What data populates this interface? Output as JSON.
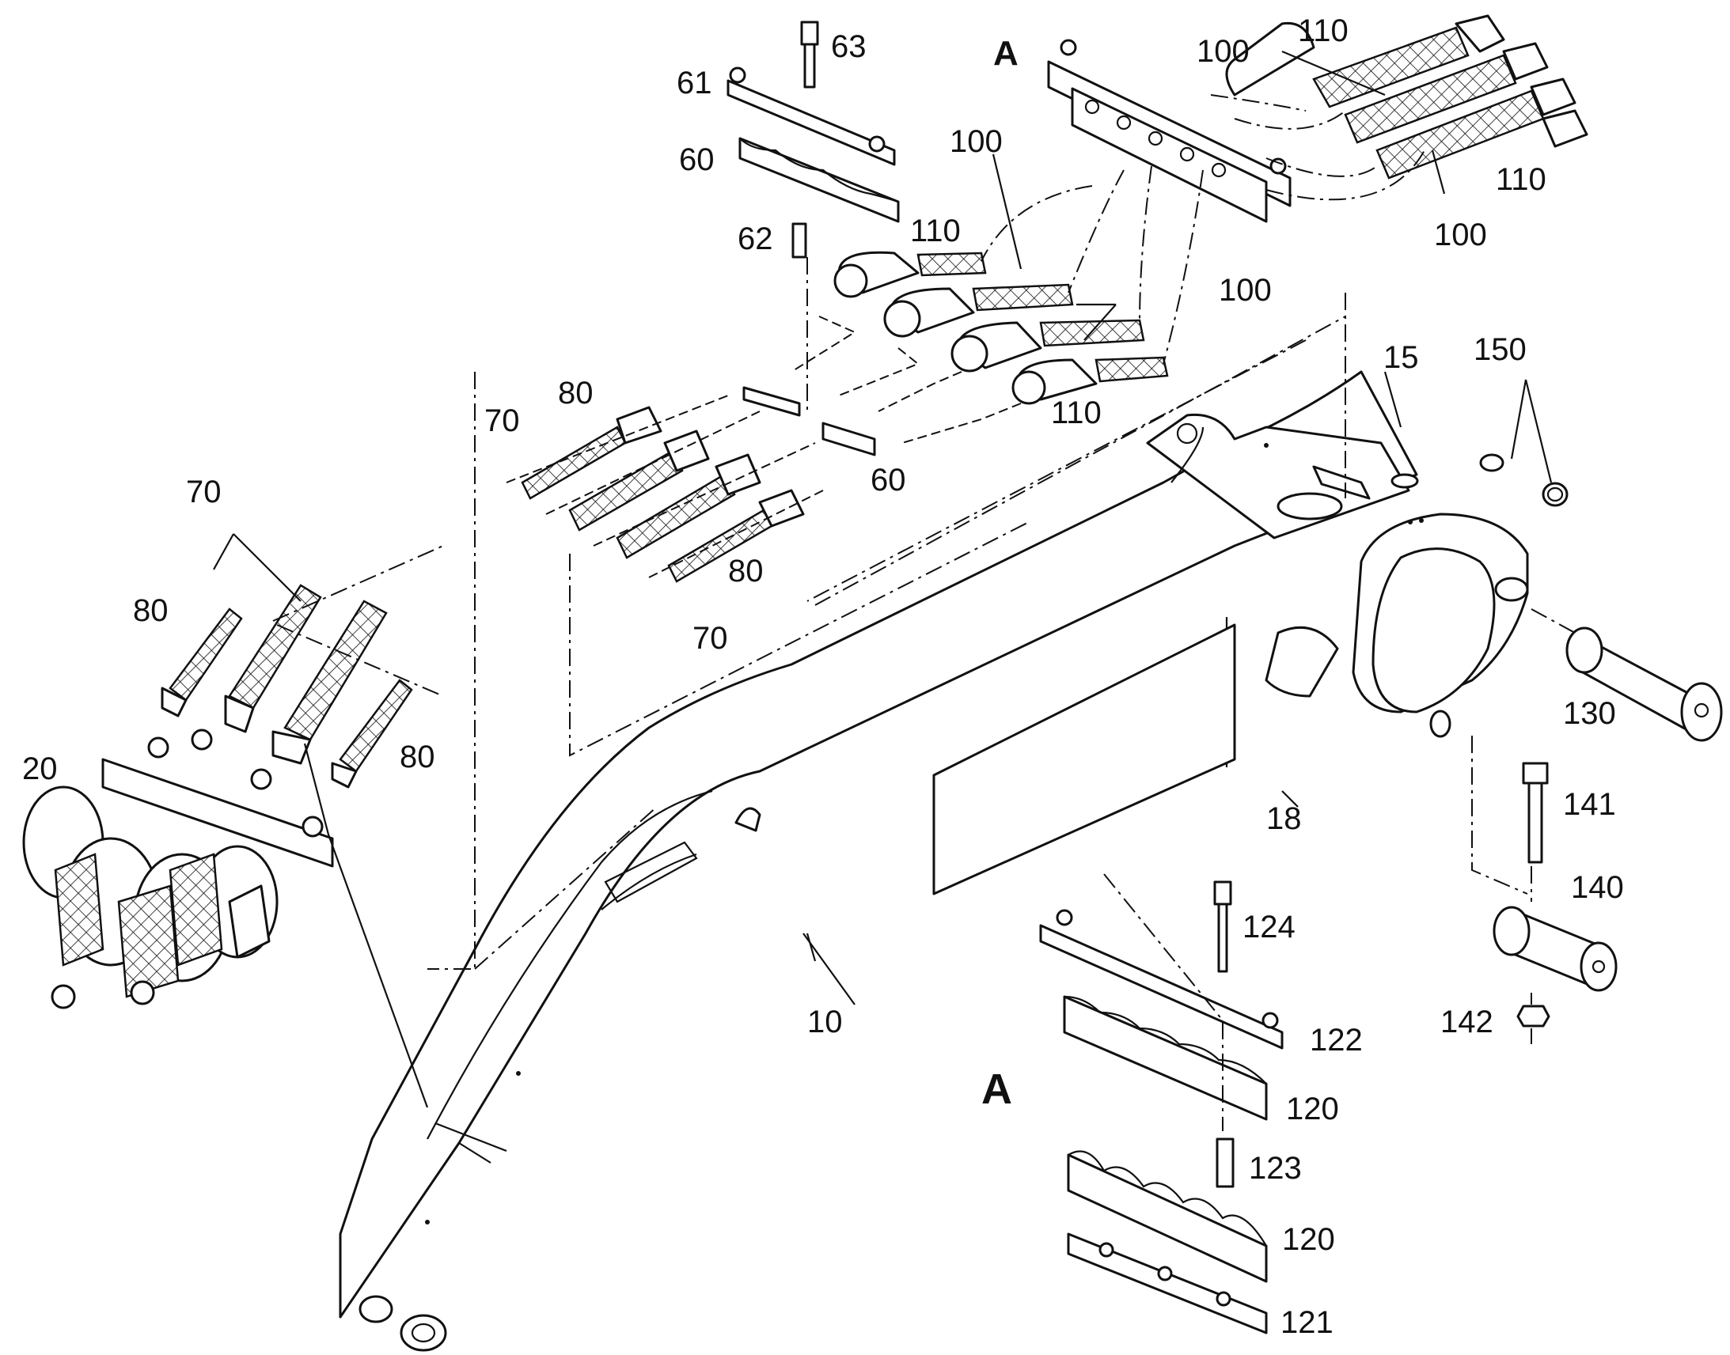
{
  "labels": {
    "detail_top": "A",
    "detail_bottom": "A",
    "p10": "10",
    "p15": "15",
    "p18": "18",
    "p20": "20",
    "p60a": "60",
    "p60b": "60",
    "p61": "61",
    "p62": "62",
    "p63": "63",
    "p70a": "70",
    "p70b": "70",
    "p70c": "70",
    "p80a": "80",
    "p80b": "80",
    "p80c": "80",
    "p80d": "80",
    "p100a": "100",
    "p100b": "100",
    "p100c": "100",
    "p100d": "100",
    "p110a": "110",
    "p110b": "110",
    "p110c": "110",
    "p110d": "110",
    "p120a": "120",
    "p120b": "120",
    "p121": "121",
    "p122": "122",
    "p123": "123",
    "p124": "124",
    "p130": "130",
    "p140": "140",
    "p141": "141",
    "p142": "142",
    "p150": "150"
  }
}
